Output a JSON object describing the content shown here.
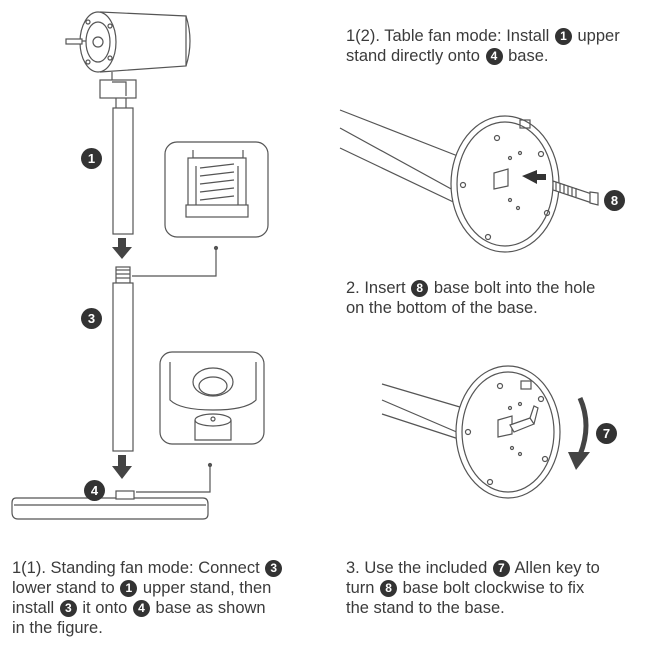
{
  "captions": {
    "table_mode": {
      "p1": "1(2). Table fan mode: Install",
      "b1": "1",
      "p2": "upper",
      "p3": "stand directly onto",
      "b2": "4",
      "p4": "base."
    },
    "insert_bolt": {
      "p1": "2. Insert",
      "b1": "8",
      "p2": "base bolt into the hole",
      "p3": "on the bottom of the base."
    },
    "standing_mode": {
      "p1": "1(1). Standing fan mode: Connect",
      "b1": "3",
      "p2": "lower stand to",
      "b2": "1",
      "p3": "upper stand, then",
      "p4": "install",
      "b3": "3",
      "p5": "it onto",
      "b4": "4",
      "p6": "base as shown",
      "p7": "in the figure."
    },
    "allen_key": {
      "p1": "3. Use the included",
      "b1": "7",
      "p2": "Allen key to",
      "p3": "turn",
      "b2": "8",
      "p4": "base bolt clockwise to fix",
      "p5": "the stand to the base."
    }
  },
  "markers": {
    "upper_stand": "1",
    "lower_stand": "3",
    "base": "4",
    "base_bolt": "8",
    "allen_key": "7"
  }
}
